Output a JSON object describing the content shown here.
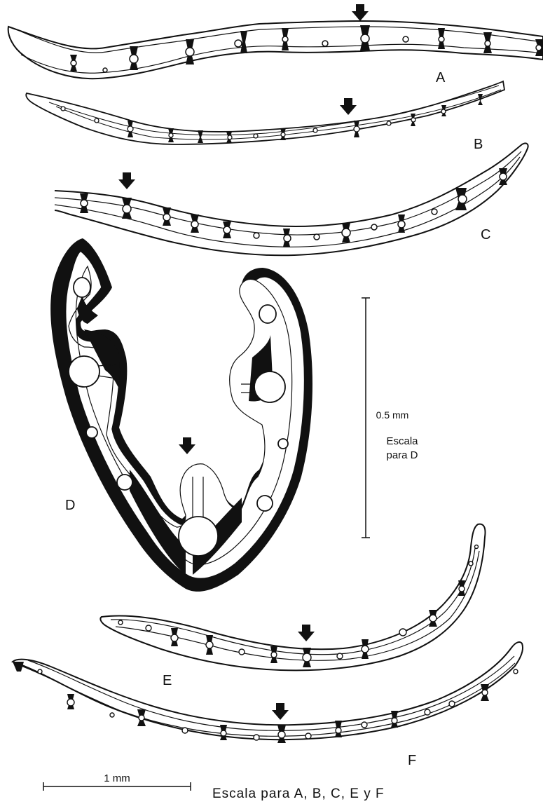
{
  "panels": {
    "A": {
      "label": "A"
    },
    "B": {
      "label": "B"
    },
    "C": {
      "label": "C"
    },
    "D": {
      "label": "D"
    },
    "E": {
      "label": "E"
    },
    "F": {
      "label": "F"
    }
  },
  "scale_d": {
    "value": "0.5 mm",
    "line1": "Escala",
    "line2": "para D"
  },
  "scale_main": {
    "value": "1 mm",
    "caption": "Escala para A, B, C, E y F"
  },
  "colors": {
    "ink": "#111111",
    "paper": "#ffffff"
  }
}
